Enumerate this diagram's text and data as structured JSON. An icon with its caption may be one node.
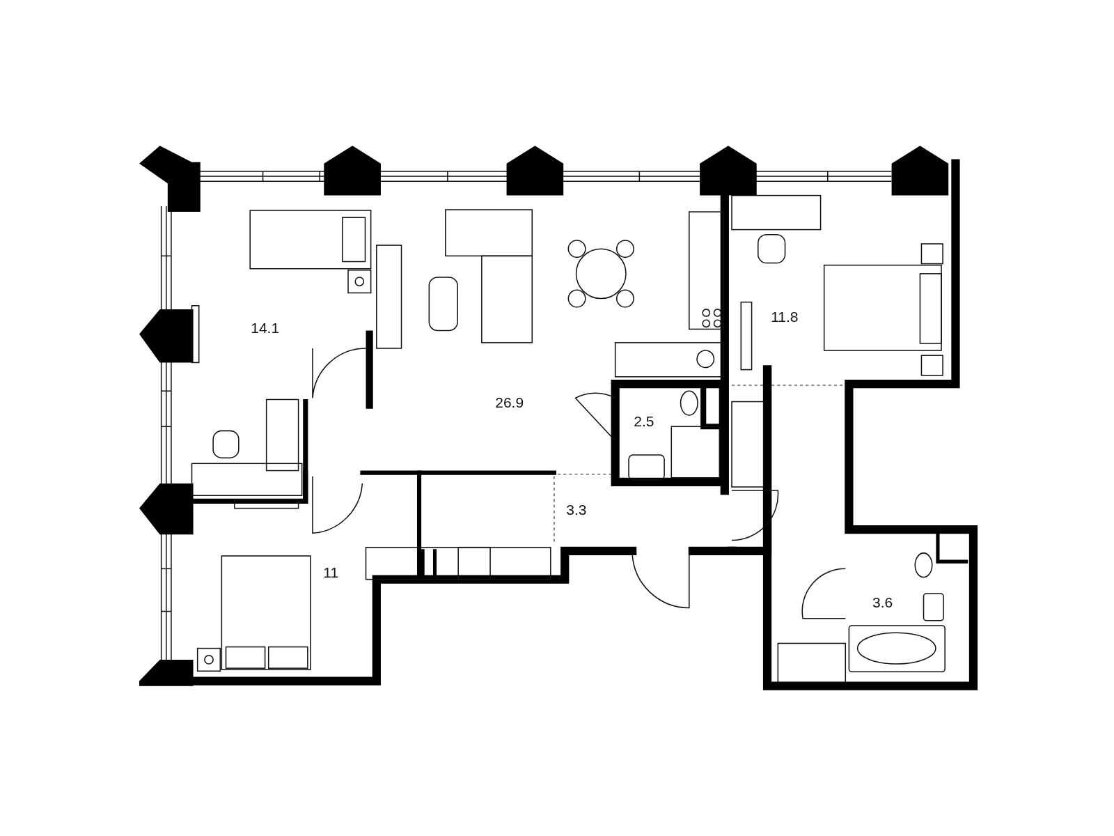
{
  "diagram": {
    "labels": [
      "11.8",
      "14.1",
      "26.9",
      "2.5",
      "3.3",
      "11",
      "3.6"
    ]
  }
}
